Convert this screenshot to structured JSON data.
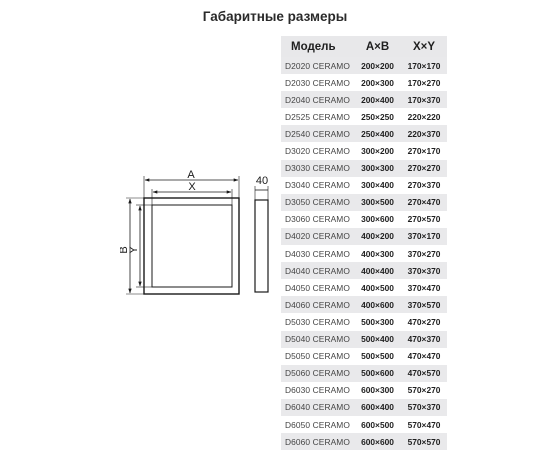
{
  "title": "Габаритные размеры",
  "diagram": {
    "outer_width_label": "A",
    "inner_width_label": "X",
    "outer_height_label": "B",
    "inner_height_label": "Y",
    "depth_label": "40",
    "stroke_color": "#1a1a1a"
  },
  "table": {
    "headers": [
      "Модель",
      "A×B",
      "X×Y"
    ],
    "shade_color": "#e9e9eb",
    "rows": [
      {
        "model": "D2020 CERAMO",
        "ab": "200×200",
        "xy": "170×170"
      },
      {
        "model": "D2030 CERAMO",
        "ab": "200×300",
        "xy": "170×270"
      },
      {
        "model": "D2040 CERAMO",
        "ab": "200×400",
        "xy": "170×370"
      },
      {
        "model": "D2525 CERAMO",
        "ab": "250×250",
        "xy": "220×220"
      },
      {
        "model": "D2540 CERAMO",
        "ab": "250×400",
        "xy": "220×370"
      },
      {
        "model": "D3020 CERAMO",
        "ab": "300×200",
        "xy": "270×170"
      },
      {
        "model": "D3030 CERAMO",
        "ab": "300×300",
        "xy": "270×270"
      },
      {
        "model": "D3040 CERAMO",
        "ab": "300×400",
        "xy": "270×370"
      },
      {
        "model": "D3050 CERAMO",
        "ab": "300×500",
        "xy": "270×470"
      },
      {
        "model": "D3060 CERAMO",
        "ab": "300×600",
        "xy": "270×570"
      },
      {
        "model": "D4020 CERAMO",
        "ab": "400×200",
        "xy": "370×170"
      },
      {
        "model": "D4030 CERAMO",
        "ab": "400×300",
        "xy": "370×270"
      },
      {
        "model": "D4040 CERAMO",
        "ab": "400×400",
        "xy": "370×370"
      },
      {
        "model": "D4050 CERAMO",
        "ab": "400×500",
        "xy": "370×470"
      },
      {
        "model": "D4060 CERAMO",
        "ab": "400×600",
        "xy": "370×570"
      },
      {
        "model": "D5030 CERAMO",
        "ab": "500×300",
        "xy": "470×270"
      },
      {
        "model": "D5040 CERAMO",
        "ab": "500×400",
        "xy": "470×370"
      },
      {
        "model": "D5050 CERAMO",
        "ab": "500×500",
        "xy": "470×470"
      },
      {
        "model": "D5060 CERAMO",
        "ab": "500×600",
        "xy": "470×570"
      },
      {
        "model": "D6030 CERAMO",
        "ab": "600×300",
        "xy": "570×270"
      },
      {
        "model": "D6040 CERAMO",
        "ab": "600×400",
        "xy": "570×370"
      },
      {
        "model": "D6050 CERAMO",
        "ab": "600×500",
        "xy": "570×470"
      },
      {
        "model": "D6060 CERAMO",
        "ab": "600×600",
        "xy": "570×570"
      }
    ]
  }
}
